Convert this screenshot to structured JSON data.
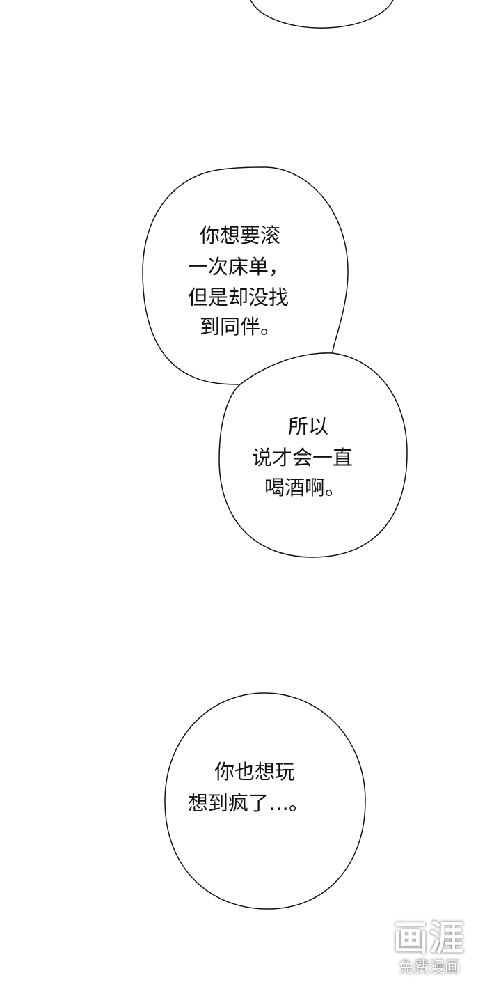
{
  "bubbles": [
    {
      "lines": []
    },
    {
      "lines": [
        "你想要滚",
        "一次床单，",
        "但是却没找",
        "到同伴。"
      ]
    },
    {
      "lines": [
        "所以",
        "说才会一直",
        "喝酒啊。"
      ]
    },
    {
      "lines": [
        "你也想玩",
        "想到疯了…。"
      ]
    }
  ],
  "watermark": {
    "logo": "画涯",
    "subtitle": "免费漫画"
  }
}
